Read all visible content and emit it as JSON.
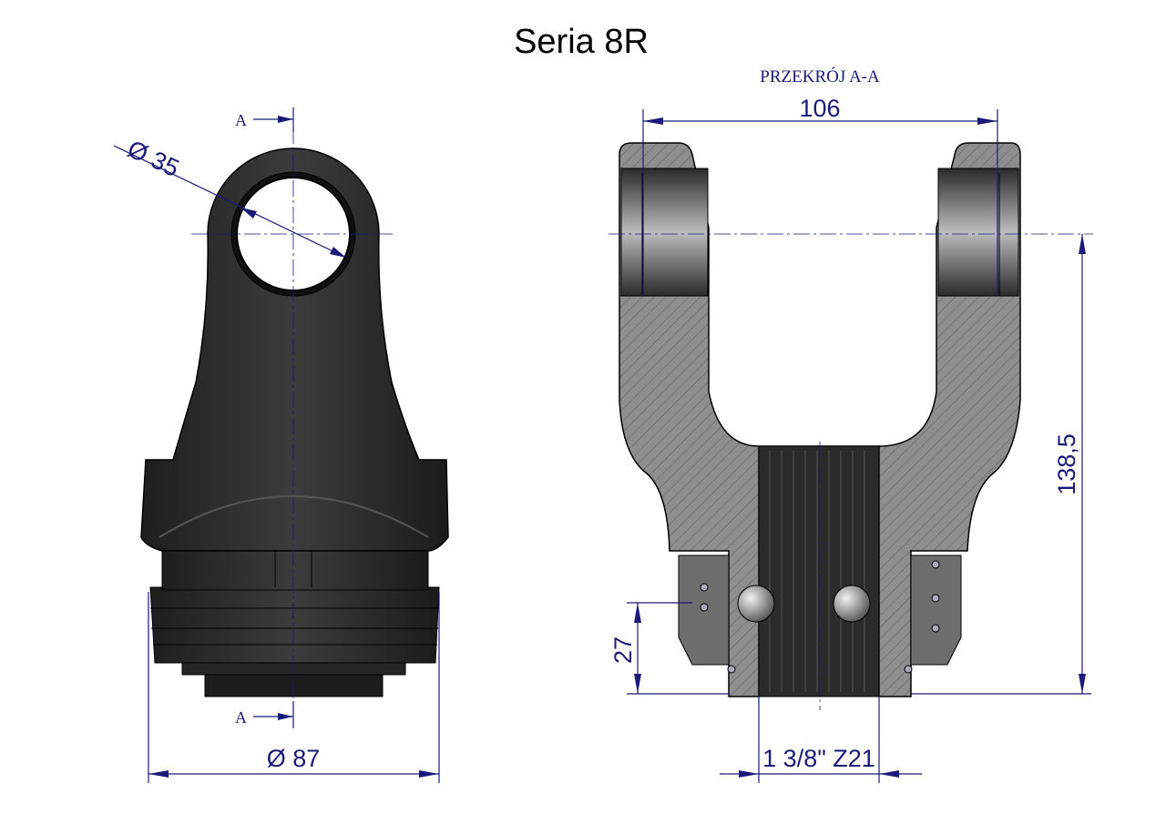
{
  "title": "Seria 8R",
  "section_label": "PRZEKRÓJ A-A",
  "section_marks": [
    "A",
    "A"
  ],
  "dimensions": {
    "eye_diameter": "Ø 35",
    "outer_diameter": "Ø 87",
    "eye_spacing": "106",
    "height": "138,5",
    "collar_height": "27",
    "spline": "1 3/8\" Z21"
  },
  "colors": {
    "dimension": "#1a1a7a",
    "part": "#2a2a2a",
    "section": "#8c8c8c"
  }
}
